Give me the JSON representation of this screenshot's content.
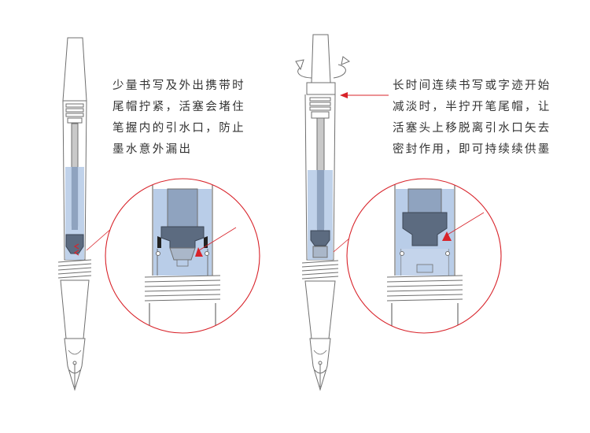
{
  "left_caption": {
    "lines": [
      "少量书写及外出携带时",
      "尾帽拧紧，活塞会堵住",
      "笔握内的引水口，防止",
      "墨水意外漏出"
    ]
  },
  "right_caption": {
    "lines": [
      "长时间连续书写或字迹开始",
      "减淡时，半拧开笔尾帽，让",
      "活塞头上移脱离引水口矢去",
      "密封作用，即可持续续供墨"
    ]
  },
  "colors": {
    "outline": "#6f6f6f",
    "ink": "#b9cde8",
    "ink_dark": "#8fa3bf",
    "piston": "#5c6b80",
    "accent": "#d8232a",
    "text": "#333333"
  },
  "icons": [
    "rotate-arrow-icon",
    "pointer-arrow-icon",
    "ink-flow-arrow-icon"
  ]
}
